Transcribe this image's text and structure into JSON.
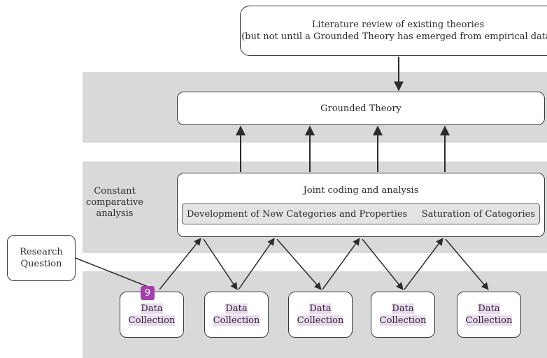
{
  "literature_review": {
    "line1": "Literature review of existing theories",
    "line2": "(but not until a Grounded Theory has emerged from empirical data)"
  },
  "grounded_theory": {
    "label": "Grounded Theory"
  },
  "joint_coding": {
    "title": "Joint coding and analysis",
    "development": "Development of New Categories and Properties",
    "saturation": "Saturation of Categories"
  },
  "constant_comparative": {
    "label": "Constant comparative analysis"
  },
  "research_question": {
    "label": "Research Question"
  },
  "data_collection": [
    {
      "label": "Data Collection"
    },
    {
      "label": "Data Collection"
    },
    {
      "label": "Data Collection"
    },
    {
      "label": "Data Collection"
    },
    {
      "label": "Data Collection"
    }
  ],
  "badge": {
    "label": "9"
  },
  "colors": {
    "band": "#d9d9d9",
    "highlight": "#ead9f0",
    "badge": "#a53fb0",
    "stroke": "#2b2b2b"
  }
}
